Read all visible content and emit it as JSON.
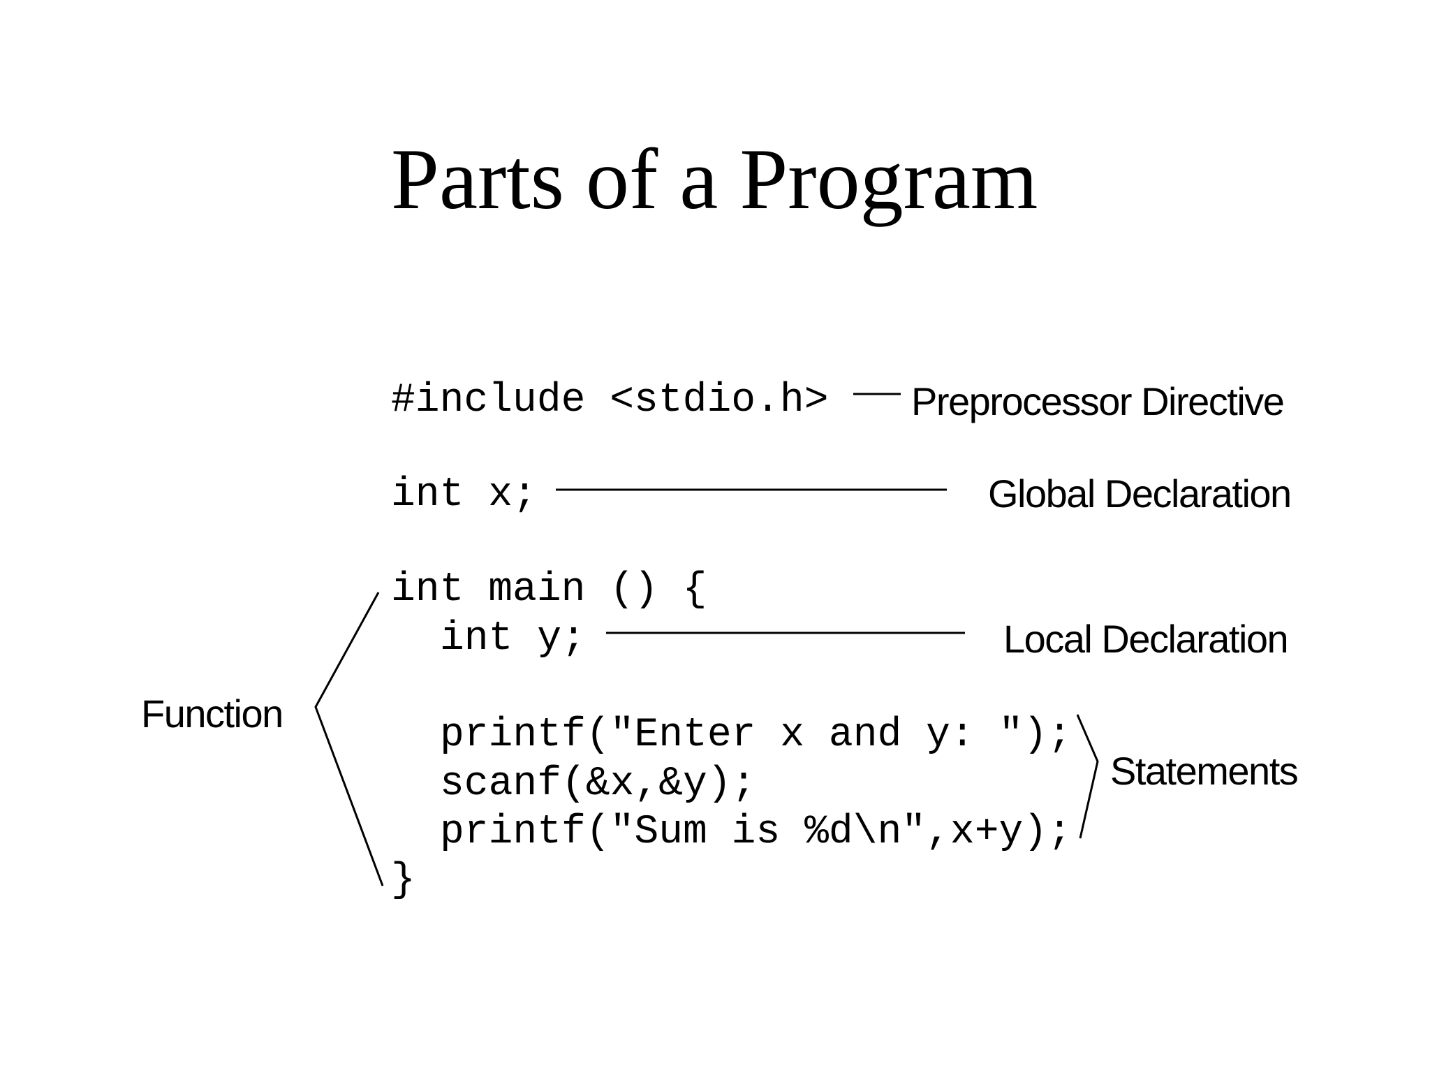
{
  "title": "Parts of a Program",
  "code": {
    "include": "#include <stdio.h>",
    "global_decl": "int x;",
    "main_open": "int main () {",
    "local_decl": "int y;",
    "printf_prompt": "printf(\"Enter x and y: \");",
    "scanf": "scanf(&x,&y);",
    "printf_sum": "printf(\"Sum is %d\\n\",x+y);",
    "main_close": "}"
  },
  "labels": {
    "preprocessor": "Preprocessor Directive",
    "global": "Global Declaration",
    "local": "Local Declaration",
    "statements": "Statements",
    "function": "Function"
  }
}
